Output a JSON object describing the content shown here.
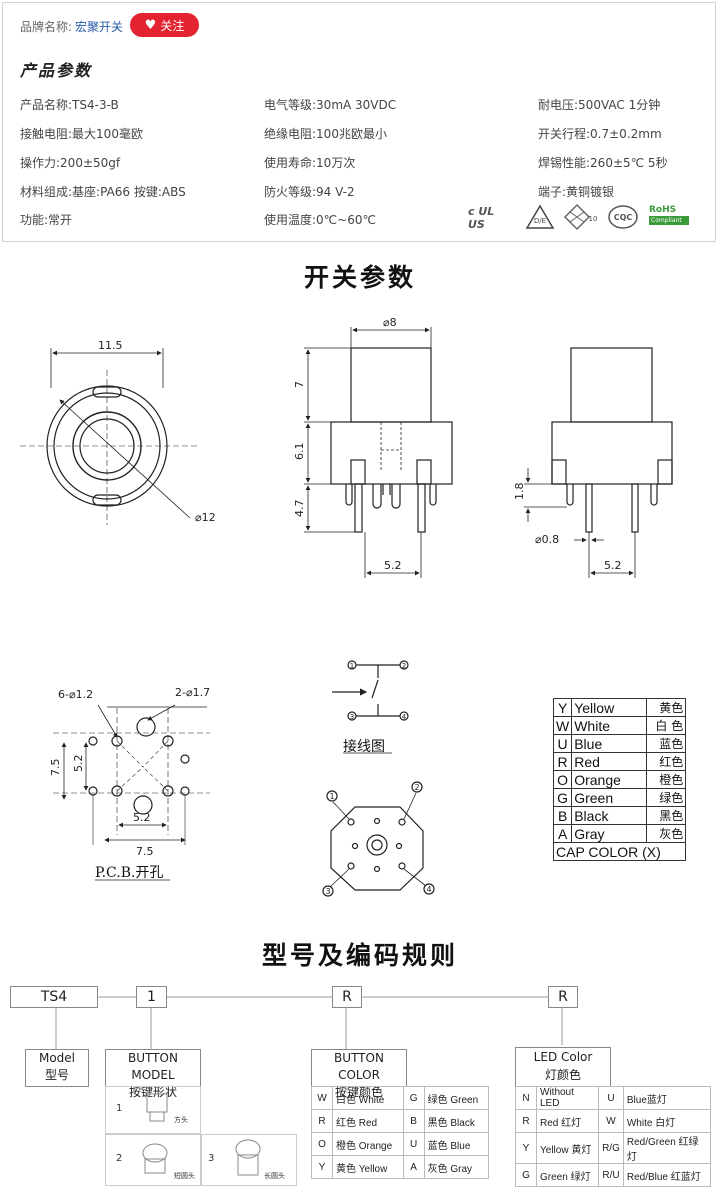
{
  "header": {
    "brand_label": "品牌名称:",
    "brand_name": "宏聚开关",
    "follow_label": "关注",
    "section_title": "产品参数"
  },
  "specs": {
    "col1": [
      "产品名称:TS4-3-B",
      "接触电阻:最大100毫欧",
      "操作力:200±50gf",
      "材料组成:基座:PA66  按键:ABS",
      "功能:常开"
    ],
    "col2": [
      "电气等级:30mA  30VDC",
      "绝缘电阻:100兆欧最小",
      "使用寿命:10万次",
      "防火等级:94 V-2",
      "使用温度:0℃~60℃"
    ],
    "col3": [
      "耐电压:500VAC  1分钟",
      "开关行程:0.7±0.2mm",
      "焊锡性能:260±5℃  5秒",
      "端子:黄铜镀银"
    ]
  },
  "certs": {
    "ul": "c UL US",
    "vde": "D/E",
    "ten": "10",
    "cqc": "CQC",
    "rohs": "RoHS",
    "rohs_sub": "Compliant"
  },
  "switch_params": {
    "title": "开关参数",
    "dims": {
      "top_width": "11.5",
      "top_dia": "⌀12",
      "phi8": "⌀8",
      "h7": "7",
      "h61": "6.1",
      "h47": "4.7",
      "w52a": "5.2",
      "h18": "1.8",
      "phi08": "⌀0.8",
      "w52b": "5.2"
    },
    "pcb": {
      "hole6": "6-⌀1.2",
      "hole2": "2-⌀1.7",
      "v75": "7.5",
      "v52": "5.2",
      "h52": "5.2",
      "h75": "7.5",
      "caption": "P.C.B.开孔"
    },
    "wiring": {
      "caption": "接线图",
      "pins": [
        "1",
        "2",
        "3",
        "4"
      ]
    }
  },
  "cap_colors": {
    "rows": [
      {
        "code": "Y",
        "en": "Yellow",
        "cn": "黄色"
      },
      {
        "code": "W",
        "en": "White",
        "cn": "白 色"
      },
      {
        "code": "U",
        "en": "Blue",
        "cn": "蓝色"
      },
      {
        "code": "R",
        "en": "Red",
        "cn": "红色"
      },
      {
        "code": "O",
        "en": "Orange",
        "cn": "橙色"
      },
      {
        "code": "G",
        "en": "Green",
        "cn": "绿色"
      },
      {
        "code": "B",
        "en": "Black",
        "cn": "黑色"
      },
      {
        "code": "A",
        "en": "Gray",
        "cn": "灰色"
      }
    ],
    "footer": "CAP COLOR (X)"
  },
  "model_code": {
    "title": "型号及编码规则",
    "codes": [
      "TS4",
      "1",
      "R",
      "R"
    ],
    "model_en": "Model",
    "model_cn": "型号",
    "button_model_en": "BUTTON MODEL",
    "button_model_cn": "按键形状",
    "button_shapes": [
      {
        "num": "1",
        "label": "方头"
      },
      {
        "num": "2",
        "label": "短圆头"
      },
      {
        "num": "3",
        "label": "长圆头"
      }
    ],
    "button_color_en": "BUTTON COLOR",
    "button_color_cn": "按键颜色",
    "button_colors": [
      [
        "W",
        "白色 White",
        "G",
        "绿色 Green"
      ],
      [
        "R",
        "红色 Red",
        "B",
        "黑色 Black"
      ],
      [
        "O",
        "橙色 Orange",
        "U",
        "蓝色 Blue"
      ],
      [
        "Y",
        "黄色 Yellow",
        "A",
        "灰色 Gray"
      ]
    ],
    "led_en": "LED Color",
    "led_cn": "灯颜色",
    "led_colors": [
      [
        "N",
        "Without LED",
        "U",
        "Blue蓝灯"
      ],
      [
        "R",
        "Red 红灯",
        "W",
        "White 白灯"
      ],
      [
        "Y",
        "Yellow 黄灯",
        "R/G",
        "Red/Green 红绿灯"
      ],
      [
        "G",
        "Green 绿灯",
        "R/U",
        "Red/Blue 红蓝灯"
      ]
    ]
  }
}
